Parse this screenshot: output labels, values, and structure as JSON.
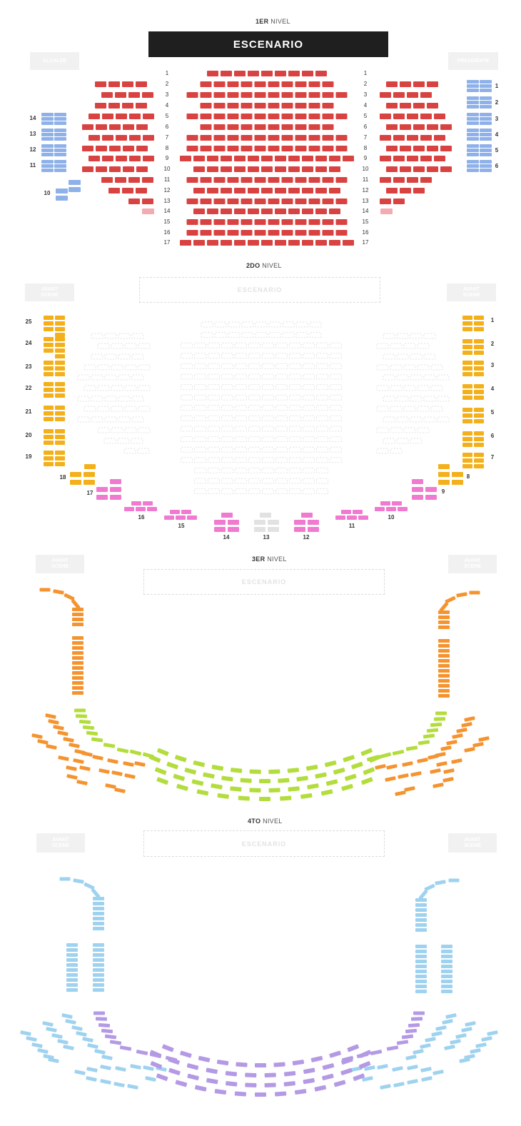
{
  "colors": {
    "red": "#d84341",
    "pink_light": "#f5aab0",
    "blue": "#8fb1e9",
    "yellow": "#f4b01a",
    "magenta": "#f07ad0",
    "grey": "#e2e2e2",
    "orange": "#f5932f",
    "lime": "#b3dd3d",
    "sky": "#9ed2ef",
    "purple": "#b49ae5"
  },
  "levels": {
    "l1": {
      "num": "1ER",
      "word": "NIVEL",
      "stage": "ESCENARIO",
      "left_box": "ALCALDE",
      "right_box": "PRESIDENTE"
    },
    "l2": {
      "num": "2DO",
      "word": "NIVEL",
      "stage": "ESCENARIO",
      "left_box": "AVANT\nSCENE",
      "right_box": "AVANT\nSCENE"
    },
    "l3": {
      "num": "3ER",
      "word": "NIVEL",
      "stage": "ESCENARIO",
      "left_box": "AVANT\nSCENE",
      "right_box": "AVANT\nSCENE"
    },
    "l4": {
      "num": "4TO",
      "word": "NIVEL",
      "stage": "ESCENARIO",
      "left_box": "AVANT\nSCENE",
      "right_box": "AVANT\nSCENE"
    }
  },
  "l1_rows": [
    "1",
    "2",
    "3",
    "4",
    "5",
    "6",
    "7",
    "8",
    "9",
    "10",
    "11",
    "12",
    "13",
    "14",
    "15",
    "16",
    "17"
  ],
  "l1_left_boxes": [
    "14",
    "13",
    "12",
    "11",
    "10"
  ],
  "l1_right_boxes": [
    "1",
    "2",
    "3",
    "4",
    "5",
    "6"
  ],
  "l2_left_boxes": [
    "25",
    "24",
    "23",
    "22",
    "21",
    "20",
    "19"
  ],
  "l2_right_boxes": [
    "1",
    "2",
    "3",
    "4",
    "5",
    "6",
    "7"
  ],
  "l2_bottom_boxes": [
    "18",
    "17",
    "16",
    "15",
    "14",
    "13",
    "12",
    "11",
    "10",
    "9",
    "8"
  ]
}
